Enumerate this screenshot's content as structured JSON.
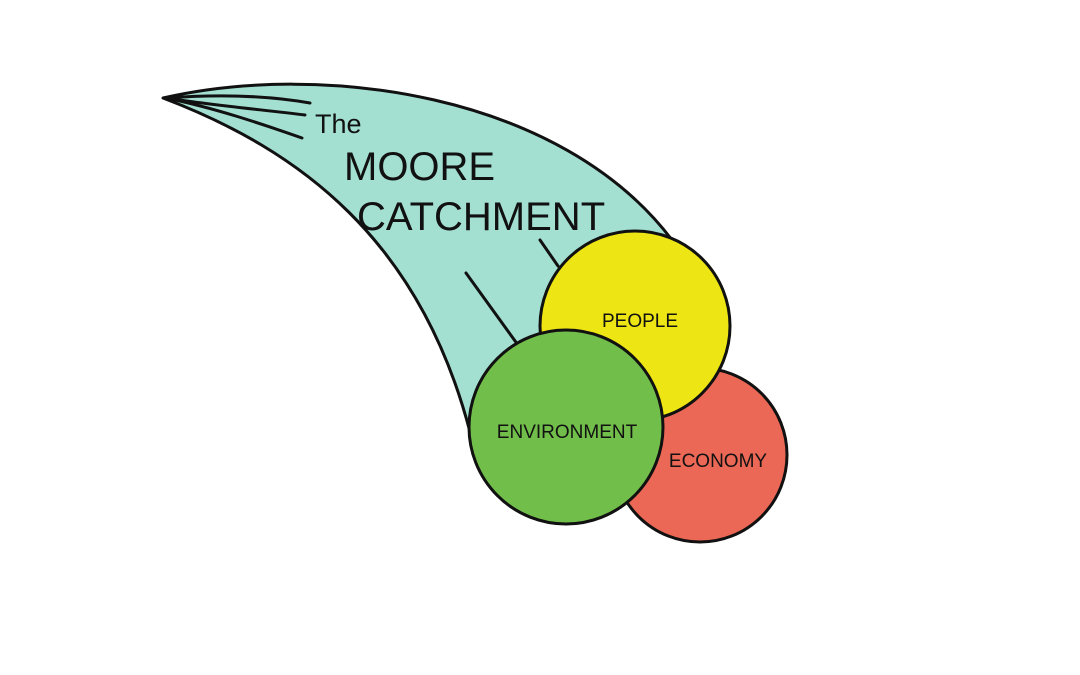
{
  "title": {
    "line1": "The",
    "line2": "MOORE",
    "line3": "CATCHMENT"
  },
  "circles": {
    "people": {
      "label": "PEOPLE",
      "color": "#EEE614"
    },
    "economy": {
      "label": "ECONOMY",
      "color": "#EC6856"
    },
    "environment": {
      "label": "ENVIRONMENT",
      "color": "#72BE4B"
    }
  },
  "leaf": {
    "color": "#A3E0D2"
  },
  "outline_color": "#111111"
}
